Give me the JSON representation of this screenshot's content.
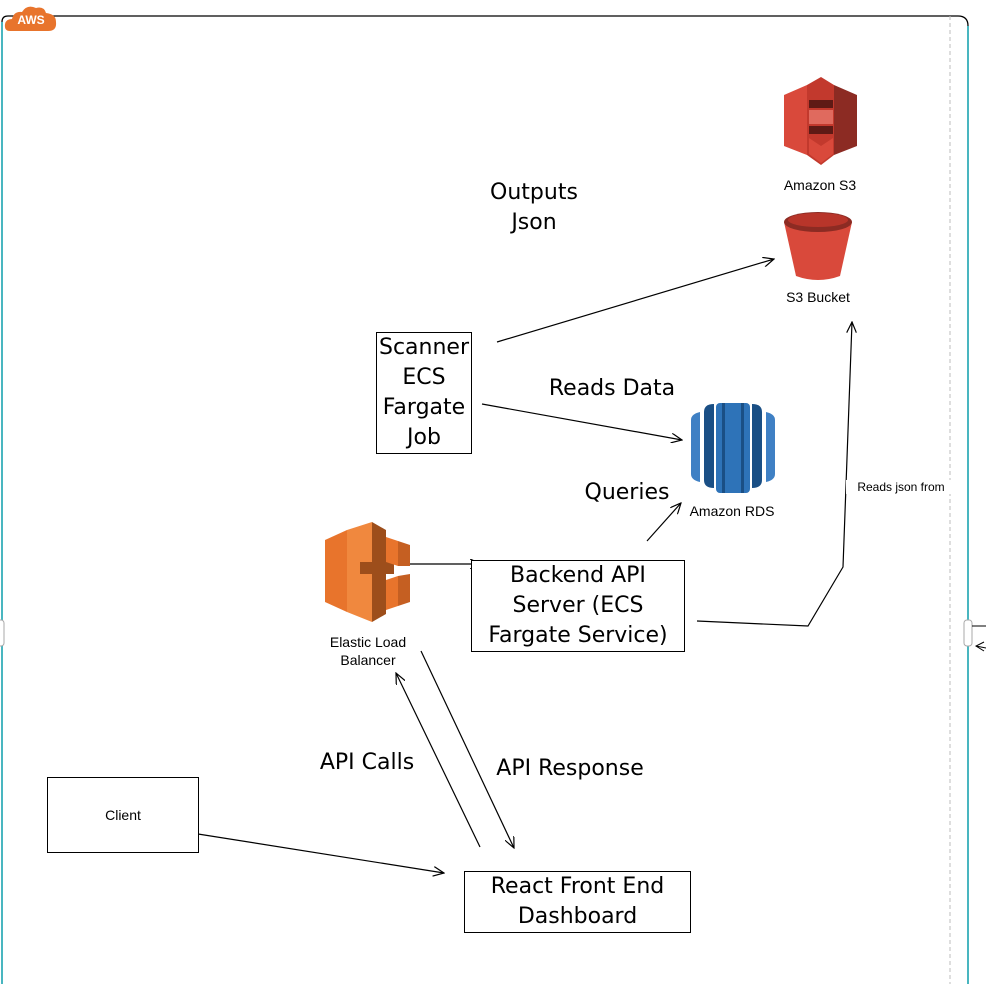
{
  "badge": {
    "label": "AWS"
  },
  "labels": {
    "outputs_json": "Outputs\nJson",
    "reads_data": "Reads Data",
    "queries": "Queries",
    "api_calls": "API Calls",
    "api_response": "API Response",
    "reads_json_from": "Reads json from"
  },
  "nodes": {
    "amazon_s3": "Amazon S3",
    "s3_bucket": "S3 Bucket",
    "amazon_rds": "Amazon RDS",
    "elb": "Elastic Load\nBalancer",
    "scanner": "Scanner\nECS\nFargate\nJob",
    "backend": "Backend API\nServer (ECS\nFargate Service)",
    "client": "Client",
    "react": "React Front End\nDashboard"
  },
  "colors": {
    "aws_orange": "#E8742C",
    "s3_red": "#D9493B",
    "s3_dark": "#8C2B23",
    "rds_blue": "#2E73B8",
    "rds_dark": "#1A4F85",
    "elb_orange": "#E8742C",
    "elb_dark": "#9D4E1B"
  },
  "icons": {
    "amazon_s3": "amazon-s3-icon",
    "s3_bucket": "s3-bucket-icon",
    "amazon_rds": "amazon-rds-icon",
    "elb": "elastic-load-balancer-icon",
    "aws_badge": "aws-cloud-icon"
  }
}
